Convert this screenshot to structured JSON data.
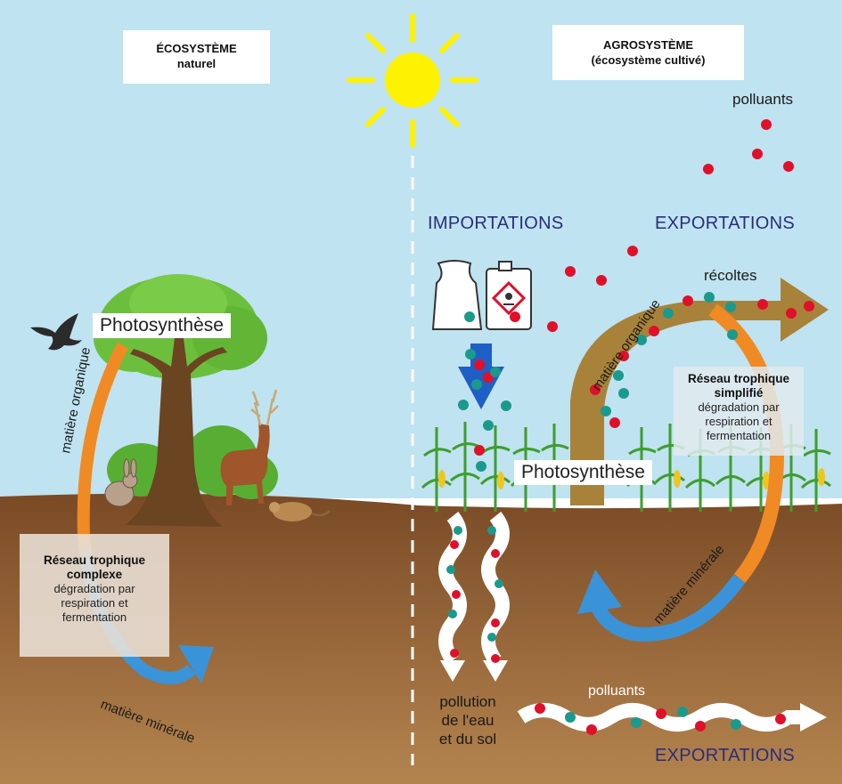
{
  "titles": {
    "natural_line1": "ÉCOSYSTÈME",
    "natural_line2": "naturel",
    "agro_line1": "AGROSYSTÈME",
    "agro_line2": "(écosystème cultivé)"
  },
  "labels": {
    "pollutants_top": "polluants",
    "importations": "IMPORTATIONS",
    "exportations_top": "EXPORTATIONS",
    "recoltes": "récoltes",
    "photosynthese_left": "Photosynthèse",
    "photosynthese_right": "Photosynthèse",
    "matiere_organique_left": "matière organique",
    "matiere_organique_right": "matière organique",
    "matiere_minerale_left": "matière minérale",
    "matiere_minerale_right": "matière minérale",
    "reseau_left_title_1": "Réseau trophique",
    "reseau_left_title_2": "complexe",
    "reseau_left_text_1": "dégradation par",
    "reseau_left_text_2": "respiration et",
    "reseau_left_text_3": "fermentation",
    "reseau_right_title_1": "Réseau trophique",
    "reseau_right_title_2": "simplifié",
    "reseau_right_text_1": "dégradation par",
    "reseau_right_text_2": "respiration et",
    "reseau_right_text_3": "fermentation",
    "pollution_1": "pollution",
    "pollution_2": "de l'eau",
    "pollution_3": "et du sol",
    "pollutants_bottom": "polluants",
    "exportations_bottom": "EXPORTATIONS"
  },
  "colors": {
    "sky": "#bfe3f0",
    "soil_top": "#7a4a26",
    "soil_bottom": "#b4844f",
    "orange_flow": "#f08a24",
    "blue_flow": "#3a93d8",
    "pollutant_red": "#e0102a",
    "mineral_teal": "#1a9a8c",
    "harvest_arrow": "#a8823a",
    "sun": "#fff200",
    "navy_text": "#2a2e7a"
  }
}
